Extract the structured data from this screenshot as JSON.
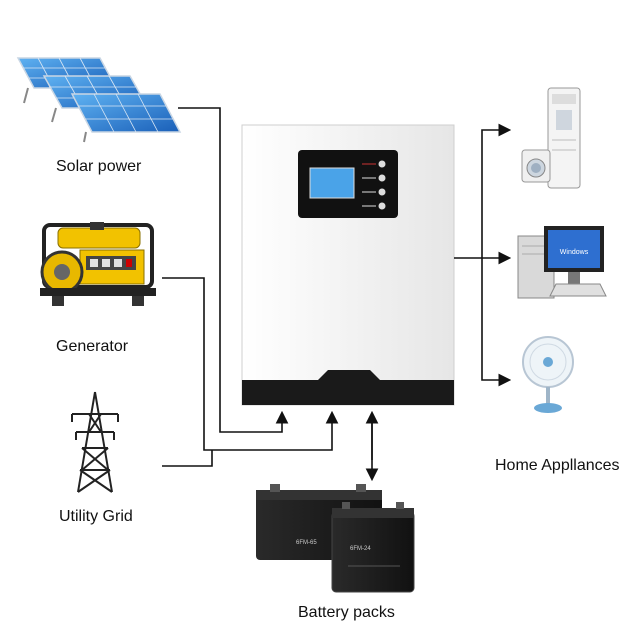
{
  "sources": {
    "solar": "Solar power",
    "generator": "Generator",
    "grid": "Utility Grid"
  },
  "outputs": {
    "home": "Home Appllances"
  },
  "storage": {
    "battery_label": "Battery packs",
    "battery_big_model": "6FM-65",
    "battery_small_model": "6FM-24"
  },
  "screen": {
    "os_logo_text": "Windows"
  },
  "colors": {
    "wire": "#111111",
    "inverter_body": "#f4f4f4",
    "inverter_base": "#1a1a1a",
    "lcd_screen": "#4aa3e8",
    "solar_panel": "#2a78d4",
    "generator_body": "#f2c200",
    "battery": "#222222"
  }
}
